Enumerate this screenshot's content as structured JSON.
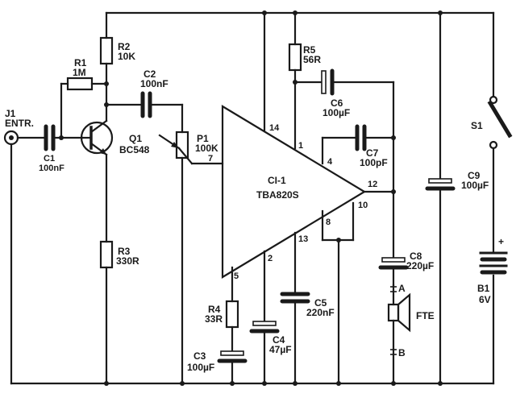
{
  "connector": {
    "ref": "J1",
    "label": "ENTR."
  },
  "resistors": {
    "r1": {
      "ref": "R1",
      "value": "1M"
    },
    "r2": {
      "ref": "R2",
      "value": "10K"
    },
    "r3": {
      "ref": "R3",
      "value": "330R"
    },
    "r4": {
      "ref": "R4",
      "value": "33R"
    },
    "r5": {
      "ref": "R5",
      "value": "56R"
    }
  },
  "capacitors": {
    "c1": {
      "ref": "C1",
      "value": "100nF"
    },
    "c2": {
      "ref": "C2",
      "value": "100nF"
    },
    "c3": {
      "ref": "C3",
      "value": "100µF"
    },
    "c4": {
      "ref": "C4",
      "value": "47µF"
    },
    "c5": {
      "ref": "C5",
      "value": "220nF"
    },
    "c6": {
      "ref": "C6",
      "value": "100µF"
    },
    "c7": {
      "ref": "C7",
      "value": "100pF"
    },
    "c8": {
      "ref": "C8",
      "value": "220µF"
    },
    "c9": {
      "ref": "C9",
      "value": "100µF"
    }
  },
  "transistor": {
    "ref": "Q1",
    "value": "BC548"
  },
  "potentiometer": {
    "ref": "P1",
    "value": "100K"
  },
  "ic": {
    "ref": "CI-1",
    "value": "TBA820S",
    "pins": {
      "p1": "1",
      "p2": "2",
      "p4": "4",
      "p5": "5",
      "p7": "7",
      "p8": "8",
      "p10": "10",
      "p12": "12",
      "p13": "13",
      "p14": "14"
    }
  },
  "speaker": {
    "label": "FTE",
    "terminal_a": "A",
    "terminal_b": "B"
  },
  "switch": {
    "ref": "S1"
  },
  "battery": {
    "ref": "B1",
    "value": "6V",
    "polarity": "+"
  }
}
